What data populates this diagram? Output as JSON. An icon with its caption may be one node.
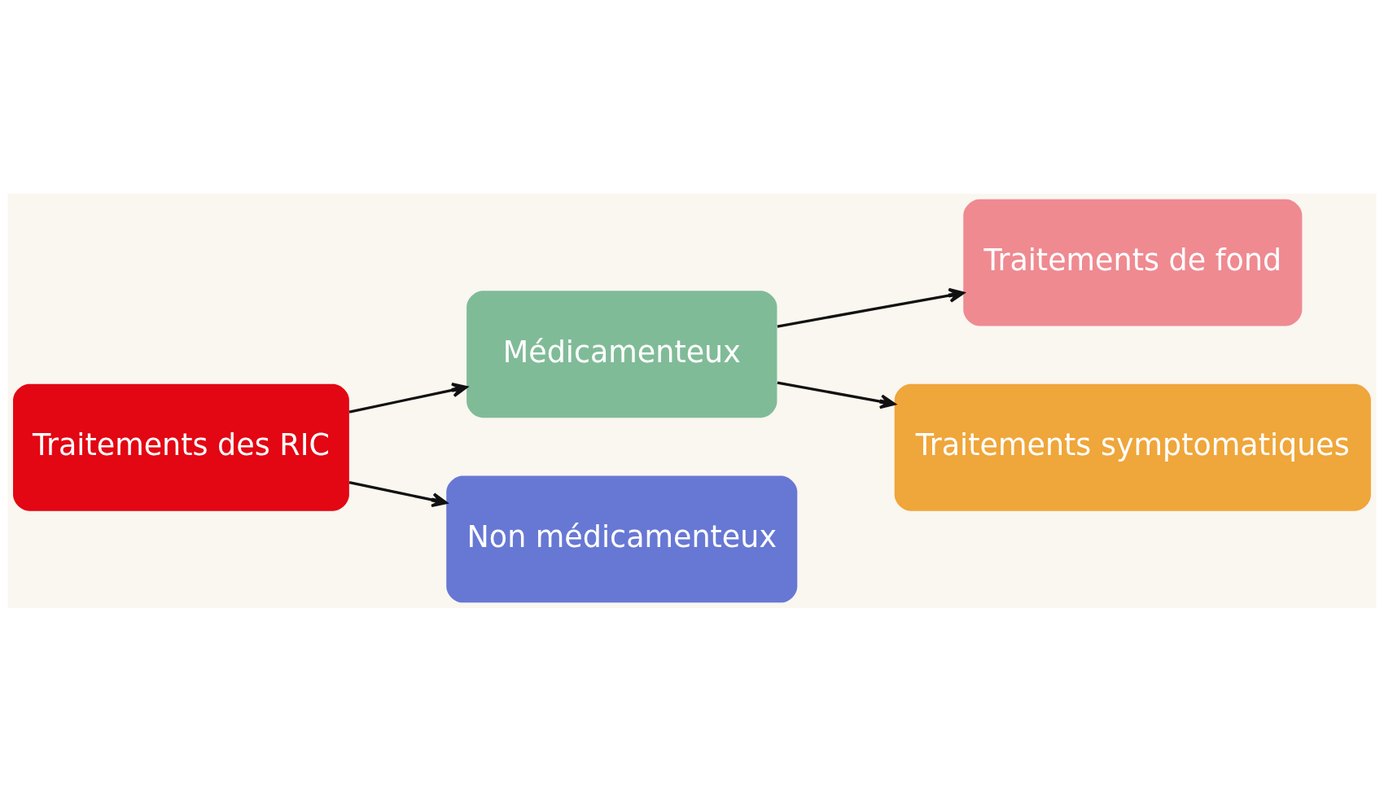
{
  "diagram": {
    "nodes": [
      {
        "text": [
          "Traitements des RIC"
        ]
      },
      {
        "text": [
          "Médicamenteux"
        ]
      },
      {
        "text": [
          "Non médicamenteux"
        ]
      },
      {
        "text": [
          "Traitements de fond"
        ]
      },
      {
        "text": [
          "Traitements symptomatiques"
        ]
      }
    ],
    "edges": [
      {
        "from": 0,
        "to": 1,
        "arrow": "to"
      },
      {
        "from": 0,
        "to": 2,
        "arrow": "to"
      },
      {
        "from": 1,
        "to": 3,
        "arrow": "to"
      },
      {
        "from": 1,
        "to": 4,
        "arrow": "to"
      }
    ]
  }
}
